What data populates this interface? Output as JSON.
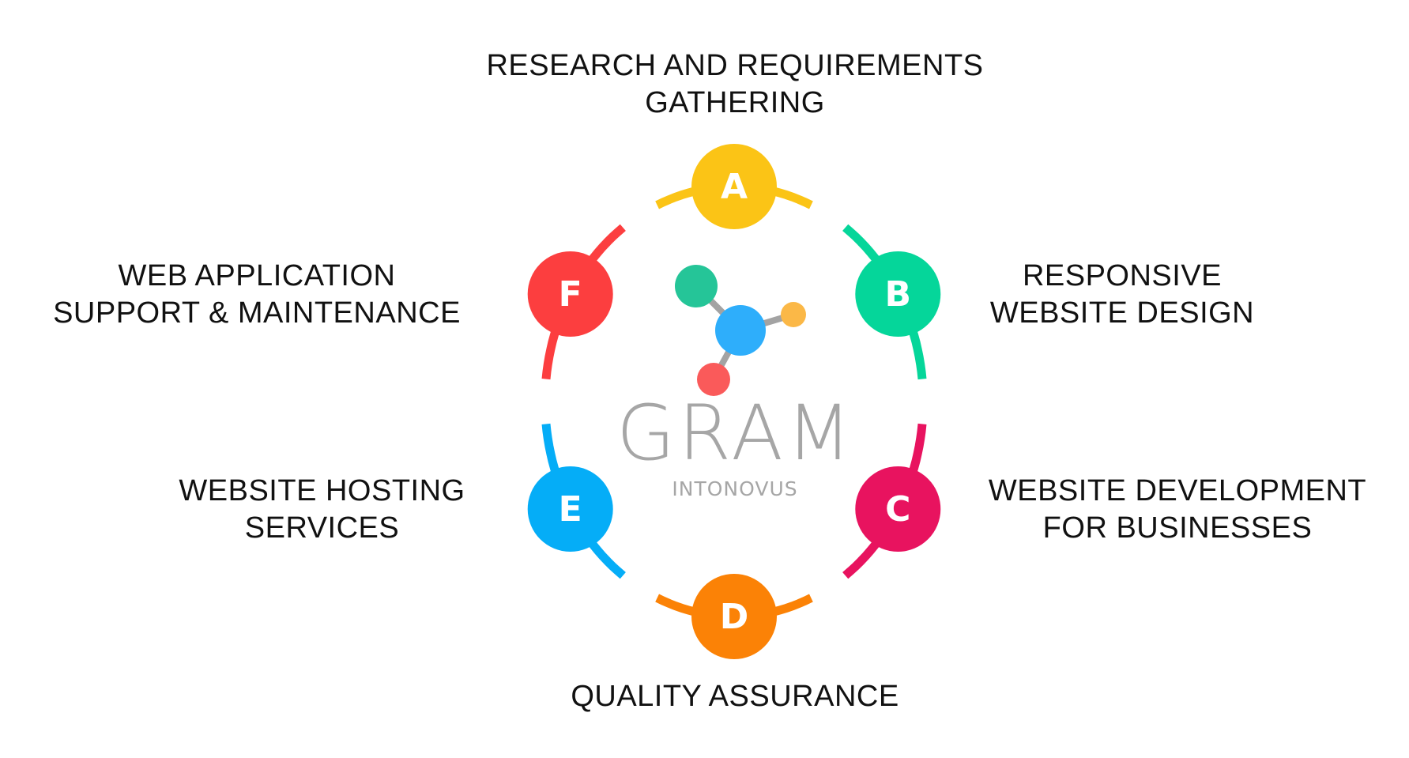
{
  "diagram": {
    "title": "Web development process cycle",
    "logo": {
      "name": "GRAM",
      "subtitle": "INTONOVUS"
    },
    "steps": [
      {
        "letter": "A",
        "color": "#fbc416",
        "lines": [
          "RESEARCH AND REQUIREMENTS",
          "GATHERING"
        ]
      },
      {
        "letter": "B",
        "color": "#05d69a",
        "lines": [
          "RESPONSIVE",
          "WEBSITE DESIGN"
        ]
      },
      {
        "letter": "C",
        "color": "#e8135f",
        "lines": [
          "WEBSITE DEVELOPMENT",
          "FOR BUSINESSES"
        ]
      },
      {
        "letter": "D",
        "color": "#fb8206",
        "lines": [
          "QUALITY ASSURANCE"
        ]
      },
      {
        "letter": "E",
        "color": "#05adf7",
        "lines": [
          "WEBSITE HOSTING",
          "SERVICES"
        ]
      },
      {
        "letter": "F",
        "color": "#fc3e3f",
        "lines": [
          "WEB APPLICATION",
          "SUPPORT & MAINTENANCE"
        ]
      }
    ],
    "molecule_colors": {
      "center": "#2eaefb",
      "top_left": "#25c598",
      "right": "#fbb847",
      "bottom": "#fa5a5a",
      "bond": "#a3a3a3"
    }
  }
}
